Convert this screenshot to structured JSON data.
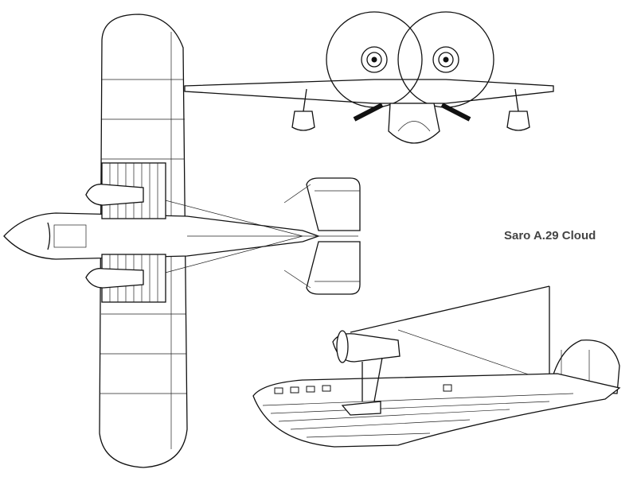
{
  "title": "Saro A.29 Cloud",
  "views": [
    "plan-view",
    "front-view",
    "side-view"
  ]
}
